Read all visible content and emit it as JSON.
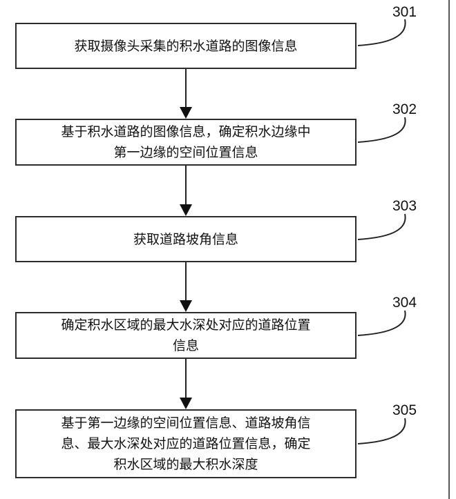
{
  "steps": [
    {
      "num": "301",
      "lines": [
        "获取摄像头采集的积水道路的图像信息"
      ]
    },
    {
      "num": "302",
      "lines": [
        "基于积水道路的图像信息，确定积水边缘中",
        "第一边缘的空间位置信息"
      ]
    },
    {
      "num": "303",
      "lines": [
        "获取道路坡角信息"
      ]
    },
    {
      "num": "304",
      "lines": [
        "确定积水区域的最大水深处对应的道路位置",
        "信息"
      ]
    },
    {
      "num": "305",
      "lines": [
        "基于第一边缘的空间位置信息、道路坡角信",
        "息、最大水深处对应的道路位置信息，确定",
        "积水区域的最大积水深度"
      ]
    }
  ]
}
